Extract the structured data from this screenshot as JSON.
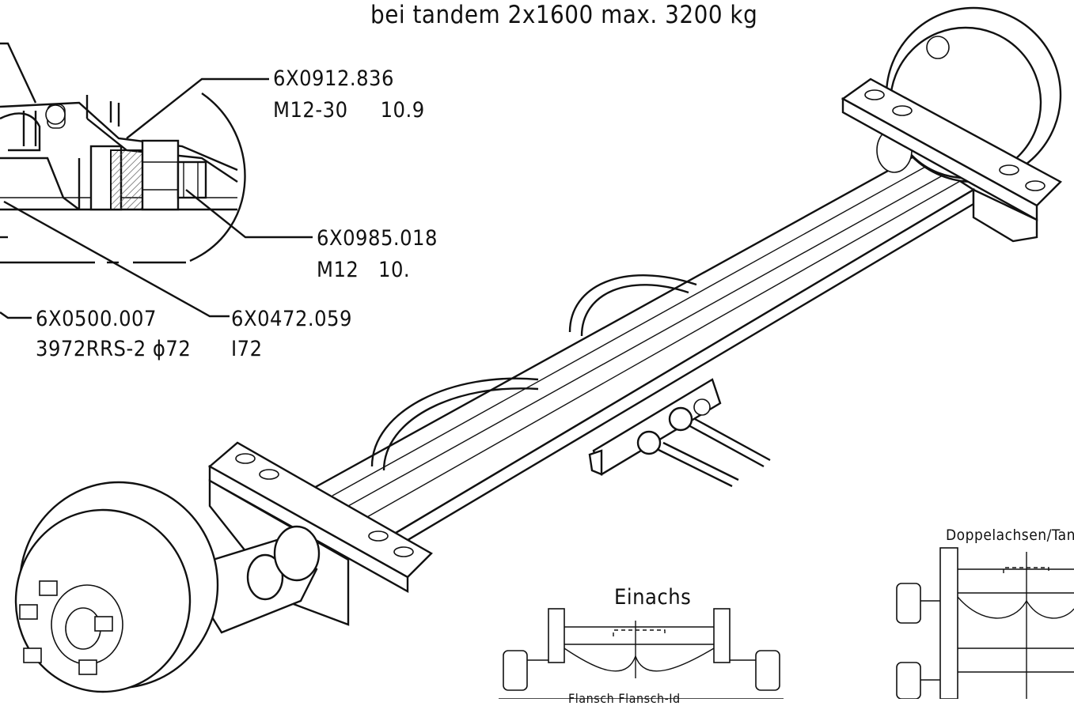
{
  "header": {
    "title": "bei tandem 2x1600 max. 3200 kg"
  },
  "callouts": [
    {
      "part": "6X0912.836",
      "spec": "M12-30     10.9"
    },
    {
      "part": "6X0985.018",
      "spec": "M12   10."
    },
    {
      "part": "6X0500.007",
      "spec": "3972RRS-2 ϕ72"
    },
    {
      "part": "6X0472.059",
      "spec": "I72"
    }
  ],
  "insets": {
    "single": {
      "title": "Einachs",
      "caption": "Flansch Flansch-Id"
    },
    "tandem": {
      "title": "Doppelachsen/Tan"
    }
  },
  "colors": {
    "line": "#111111",
    "background": "#ffffff",
    "hatch": "#555555"
  }
}
